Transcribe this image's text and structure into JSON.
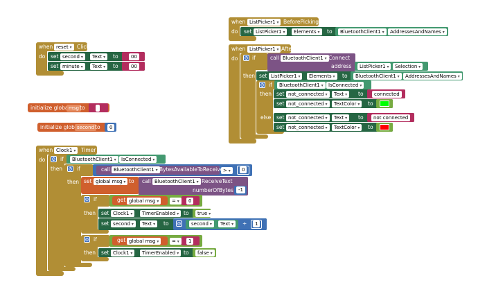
{
  "reset_click": {
    "when": "when",
    "component": "reset",
    "event": "Click",
    "do": "do",
    "set1": {
      "set": "set",
      "var": "second",
      "prop": "Text",
      "to": "to",
      "value": "00"
    },
    "set2": {
      "set": "set",
      "var": "minute",
      "prop": "Text",
      "to": "to",
      "value": "00"
    }
  },
  "globals": {
    "msg": {
      "label": "initialize global",
      "name": "msg",
      "to": "to",
      "value": ""
    },
    "second": {
      "label": "initialize global",
      "name": "second",
      "to": "to",
      "value": "0"
    }
  },
  "before_picking": {
    "when": "when",
    "component": "ListPicker1",
    "event": "BeforePicking",
    "do": "do",
    "set": "set",
    "target": "ListPicker1",
    "prop": "Elements",
    "to": "to",
    "source": "BluetoothClient1",
    "source_prop": "AddressesAndNames"
  },
  "after_picking": {
    "when": "when",
    "component": "ListPicker1",
    "event": "AfterPicking",
    "do": "do",
    "if": "if",
    "call": "call",
    "call_component": "BluetoothClient1",
    "call_method": "Connect",
    "address": "address",
    "address_src": "ListPicker1",
    "address_prop": "Selection",
    "then": "then",
    "set": "set",
    "set_target": "ListPicker1",
    "set_prop": "Elements",
    "to": "to",
    "set_src": "BluetoothClient1",
    "set_src_prop": "AddressesAndNames",
    "inner_if_comp": "BluetoothClient1",
    "inner_if_prop": "IsConnected",
    "lbl_component": "not_connected",
    "text_prop": "Text",
    "color_prop": "TextColor",
    "connected_text": "connected",
    "not_connected_text": "not connected",
    "else": "else"
  },
  "clock_timer": {
    "when": "when",
    "component": "Clock1",
    "event": "Timer",
    "do": "do",
    "if": "if",
    "then": "then",
    "bt": "BluetoothClient1",
    "is_connected": "IsConnected",
    "call": "call",
    "bytes_method": "BytesAvailableToReceive",
    "gt": ">",
    "zero": "0",
    "set": "set",
    "global_msg": "global msg",
    "to": "to",
    "receive_method": "ReceiveText",
    "number_of_bytes": "numberOfBytes",
    "neg_one": "-1",
    "get": "get",
    "eq": "=",
    "val0": "0",
    "val1": "1",
    "clock": "Clock1",
    "timer_enabled": "TimerEnabled",
    "true": "true",
    "false": "false",
    "second": "second",
    "text": "Text",
    "plus": "+",
    "one": "1"
  }
}
